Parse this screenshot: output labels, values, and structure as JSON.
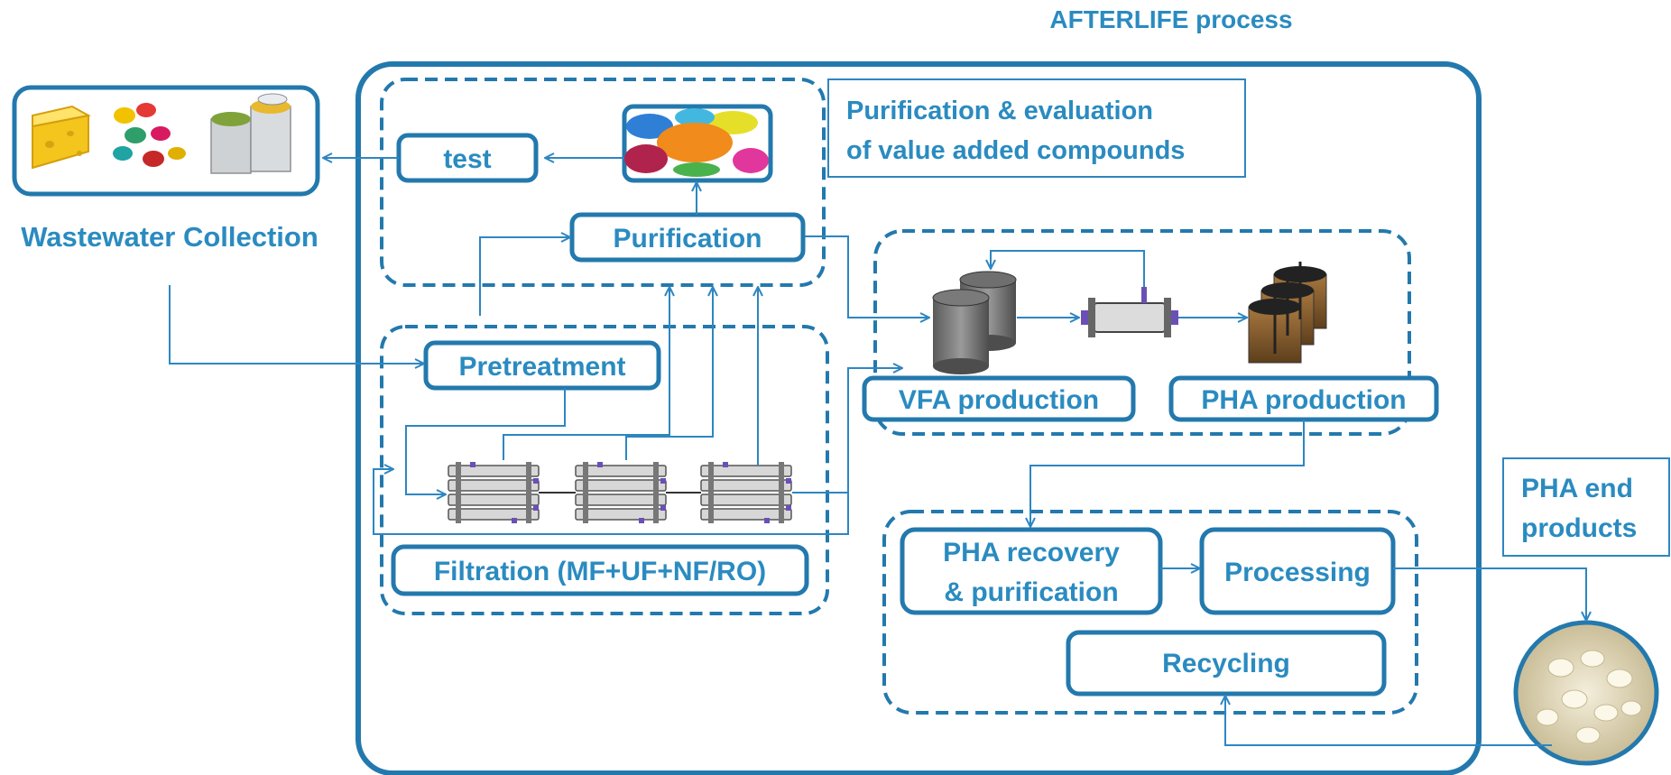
{
  "title": "AFTERLIFE process",
  "wastewater": {
    "label": "Wastewater Collection"
  },
  "purification_section": {
    "label_line1": "Purification & evaluation",
    "label_line2": "of value added compounds"
  },
  "boxes": {
    "test": "test",
    "purification": "Purification",
    "pretreatment": "Pretreatment",
    "filtration": "Filtration (MF+UF+NF/RO)",
    "vfa": "VFA production",
    "pha": "PHA production",
    "recovery_line1": "PHA recovery",
    "recovery_line2": "& purification",
    "processing": "Processing",
    "recycling": "Recycling"
  },
  "end_products": {
    "line1": "PHA end",
    "line2": "products"
  },
  "colors": {
    "primary": "#2379ad",
    "text": "#2a8bc0",
    "flow": "#2e86c1"
  }
}
